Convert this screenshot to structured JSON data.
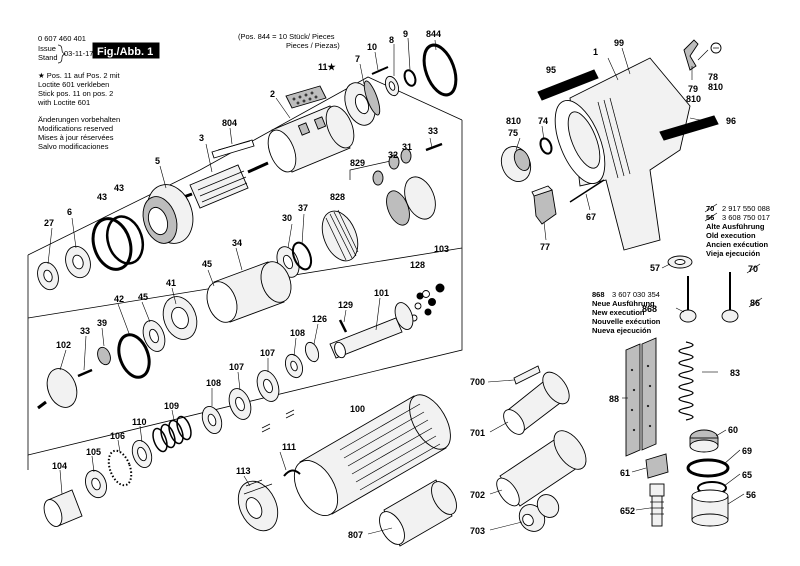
{
  "header": {
    "part_number": "0 607 460 401",
    "issue_label": "Issue",
    "stand_label": "Stand",
    "issue_date": "03-11-17",
    "figure_label": "Fig./Abb. 1"
  },
  "loctite_note": {
    "line1": "★ Pos. 11 auf Pos. 2 mit",
    "line2": "Loctite 601 verkleben",
    "line3": "Stick pos. 11 on pos. 2",
    "line4": "with Loctite 601"
  },
  "modifications": {
    "line1": "Änderungen vorbehalten",
    "line2": "Modifications reserved",
    "line3": "Mises à jour réservées",
    "line4": "Salvo modificaciones"
  },
  "pieces_note": {
    "line1": "(Pos. 844 = 10 Stück/ Pieces",
    "line2": "Pieces / Piezas)"
  },
  "old_execution": {
    "code1_num": "70",
    "code1_val": "2 917 550 088",
    "code2_num": "56",
    "code2_val": "3 608 750 017",
    "l1": "Alte Ausführung",
    "l2": "Old execution",
    "l3": "Ancien exécution",
    "l4": "Vieja ejecución"
  },
  "new_execution": {
    "code_num": "868",
    "code_val": "3 607 030 354",
    "l1": "Neue Ausführung",
    "l2": "New execution",
    "l3": "Nouvelle exécution",
    "l4": "Nueva ejecución"
  },
  "callouts": {
    "c1": "1",
    "c2": "2",
    "c3": "3",
    "c5": "5",
    "c6": "6",
    "c7": "7",
    "c8": "8",
    "c9": "9",
    "c10": "10",
    "c11": "11★",
    "c27": "27",
    "c30": "30",
    "c31": "31",
    "c32": "32",
    "c33a": "33",
    "c33b": "33",
    "c34": "34",
    "c37": "37",
    "c39": "39",
    "c41": "41",
    "c42": "42",
    "c43a": "43",
    "c43b": "43",
    "c45a": "45",
    "c45b": "45",
    "c56": "56",
    "c57": "57",
    "c60": "60",
    "c61": "61",
    "c65": "65",
    "c67": "67",
    "c69": "69",
    "c70": "70",
    "c74": "74",
    "c75": "75",
    "c77": "77",
    "c78": "78",
    "c79": "79",
    "c810a": "810",
    "c810b": "810",
    "c810c": "810",
    "c83": "83",
    "c86": "86",
    "c88": "88",
    "c95": "95",
    "c96": "96",
    "c99": "99",
    "c100": "100",
    "c101": "101",
    "c102": "102",
    "c103": "103",
    "c104": "104",
    "c105": "105",
    "c106": "106",
    "c107a": "107",
    "c107b": "107",
    "c108a": "108",
    "c108b": "108",
    "c109": "109",
    "c110": "110",
    "c111": "111",
    "c113": "113",
    "c126": "126",
    "c128": "128",
    "c129": "129",
    "c652": "652",
    "c700": "700",
    "c701": "701",
    "c702": "702",
    "c703": "703",
    "c804": "804",
    "c807": "807",
    "c828": "828",
    "c829": "829",
    "c844": "844",
    "c868": "868"
  }
}
